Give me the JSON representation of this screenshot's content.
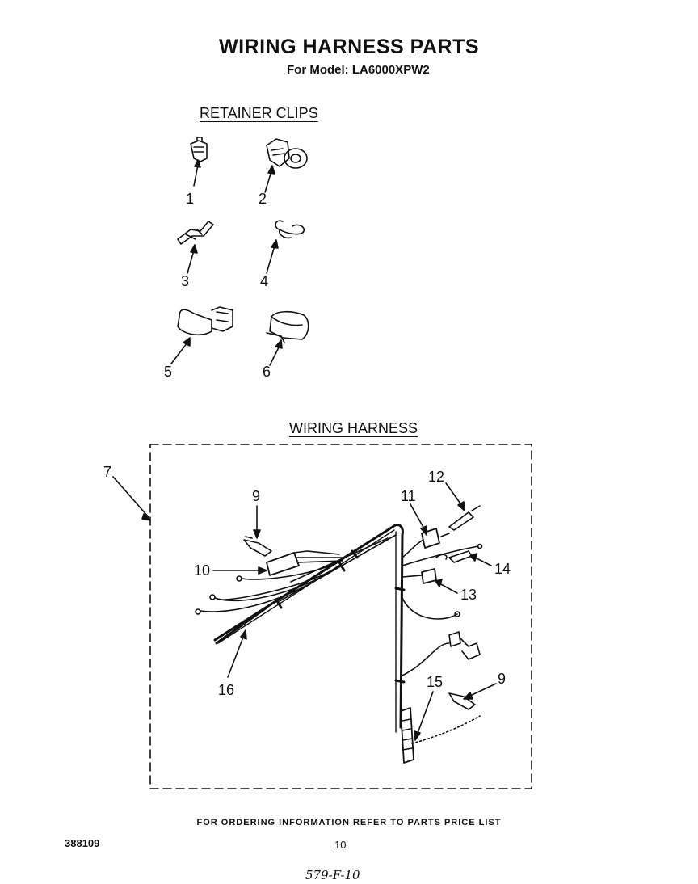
{
  "header": {
    "title": "WIRING HARNESS PARTS",
    "model_line": "For Model: LA6000XPW2"
  },
  "sections": {
    "retainer_clips": "RETAINER CLIPS",
    "wiring_harness": "WIRING HARNESS"
  },
  "callouts": {
    "c1": "1",
    "c2": "2",
    "c3": "3",
    "c4": "4",
    "c5": "5",
    "c6": "6",
    "c7": "7",
    "c9a": "9",
    "c9b": "9",
    "c10": "10",
    "c11": "11",
    "c12": "12",
    "c13": "13",
    "c14": "14",
    "c15": "15",
    "c16": "16"
  },
  "footer": {
    "ordering_note": "FOR ORDERING INFORMATION REFER TO PARTS PRICE LIST",
    "doc_number": "388109",
    "page_number": "10",
    "handwritten_note": "579-F-10"
  }
}
